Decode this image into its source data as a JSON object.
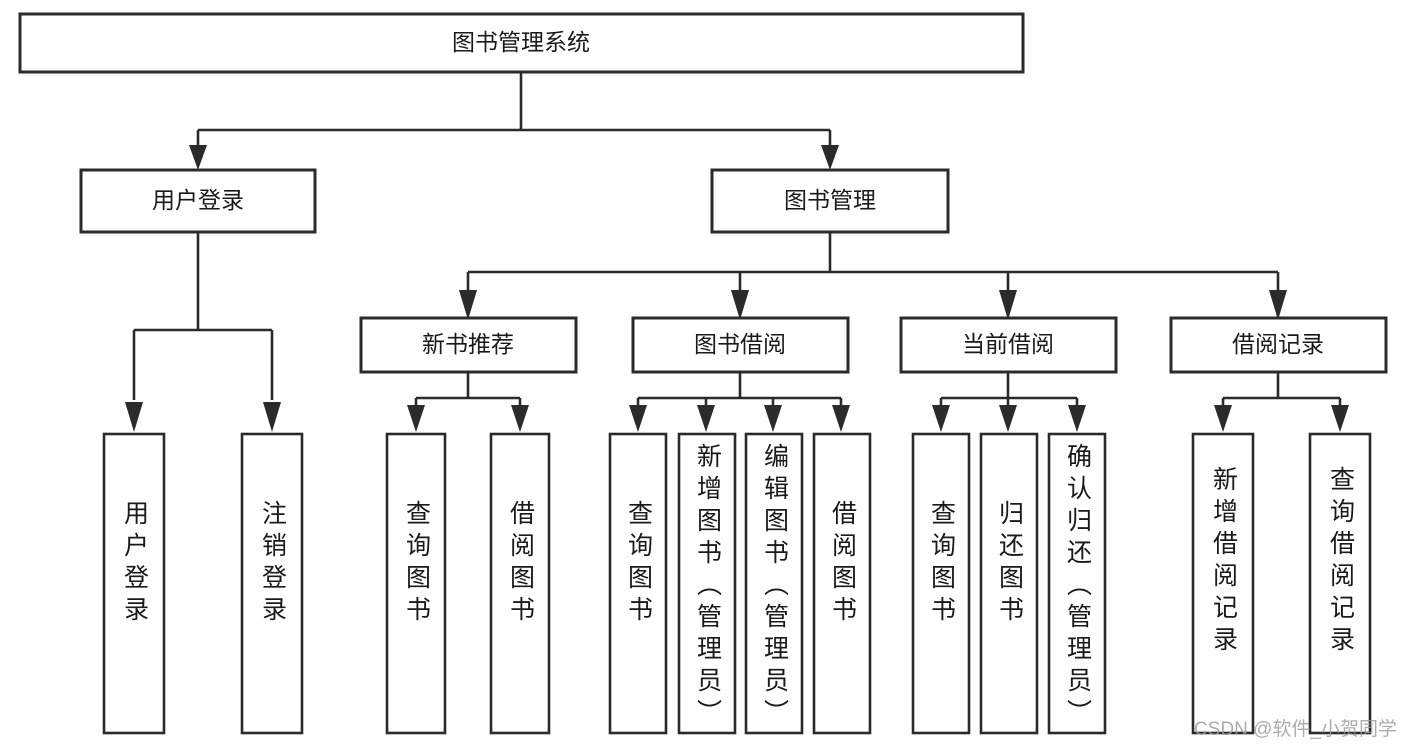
{
  "diagram": {
    "type": "tree",
    "title": "图书管理系统",
    "orientation": "top-down",
    "watermark": "CSDN @软件_小贺同学",
    "colors": {
      "box_stroke": "#2b2b2b",
      "box_fill": "#ffffff",
      "text": "#1a1a1a",
      "background": "#ffffff",
      "watermark": "#9e9e9e"
    },
    "root": {
      "label": "图书管理系统",
      "level": 1
    },
    "level2": [
      {
        "label": "用户登录"
      },
      {
        "label": "图书管理"
      }
    ],
    "level3": [
      {
        "label": "新书推荐"
      },
      {
        "label": "图书借阅"
      },
      {
        "label": "当前借阅"
      },
      {
        "label": "借阅记录"
      }
    ],
    "leaves": {
      "user_login": [
        {
          "label": "用户登录"
        },
        {
          "label": "注销登录"
        }
      ],
      "new_book": [
        {
          "label": "查询图书"
        },
        {
          "label": "借阅图书"
        }
      ],
      "book_borrow": [
        {
          "label": "查询图书"
        },
        {
          "label": "新增图书（管理员）"
        },
        {
          "label": "编辑图书（管理员）"
        },
        {
          "label": "借阅图书"
        }
      ],
      "current_borrow": [
        {
          "label": "查询图书"
        },
        {
          "label": "归还图书"
        },
        {
          "label": "确认归还（管理员）"
        }
      ],
      "borrow_record": [
        {
          "label": "新增借阅记录"
        },
        {
          "label": "查询借阅记录"
        }
      ]
    }
  }
}
